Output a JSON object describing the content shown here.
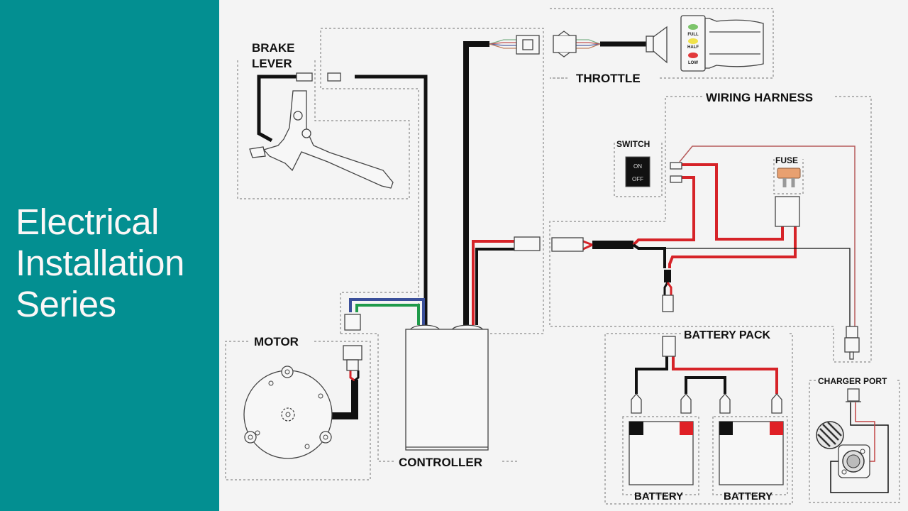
{
  "slide": {
    "title_lines": [
      "Electrical",
      "Installation",
      "Series"
    ],
    "panel_color": "#038f91"
  },
  "diagram": {
    "wire_colors": {
      "black": "#111111",
      "red": "#d62328",
      "blue": "#3a4f9a",
      "green": "#1f9a4a",
      "thin_red": "#b55a5a"
    },
    "components": {
      "brake_lever": {
        "label_line1": "BRAKE",
        "label_line2": "LEVER"
      },
      "throttle": {
        "label": "THROTTLE",
        "indicators": [
          {
            "text": "FULL",
            "color": "#7cc46a"
          },
          {
            "text": "HALF",
            "color": "#f0e24a"
          },
          {
            "text": "LOW",
            "color": "#e2393b"
          }
        ]
      },
      "wiring_harness": {
        "label": "WIRING HARNESS"
      },
      "switch": {
        "label": "SWITCH",
        "on_text": "ON",
        "off_text": "OFF"
      },
      "fuse": {
        "label": "FUSE",
        "color": "#e8a070"
      },
      "motor": {
        "label": "MOTOR"
      },
      "controller": {
        "label": "CONTROLLER"
      },
      "battery_pack": {
        "label": "BATTERY PACK",
        "batteries": [
          {
            "label": "BATTERY",
            "neg_color": "#111111",
            "pos_color": "#e02026"
          },
          {
            "label": "BATTERY",
            "neg_color": "#111111",
            "pos_color": "#e02026"
          }
        ]
      },
      "charger_port": {
        "label": "CHARGER PORT"
      }
    }
  }
}
